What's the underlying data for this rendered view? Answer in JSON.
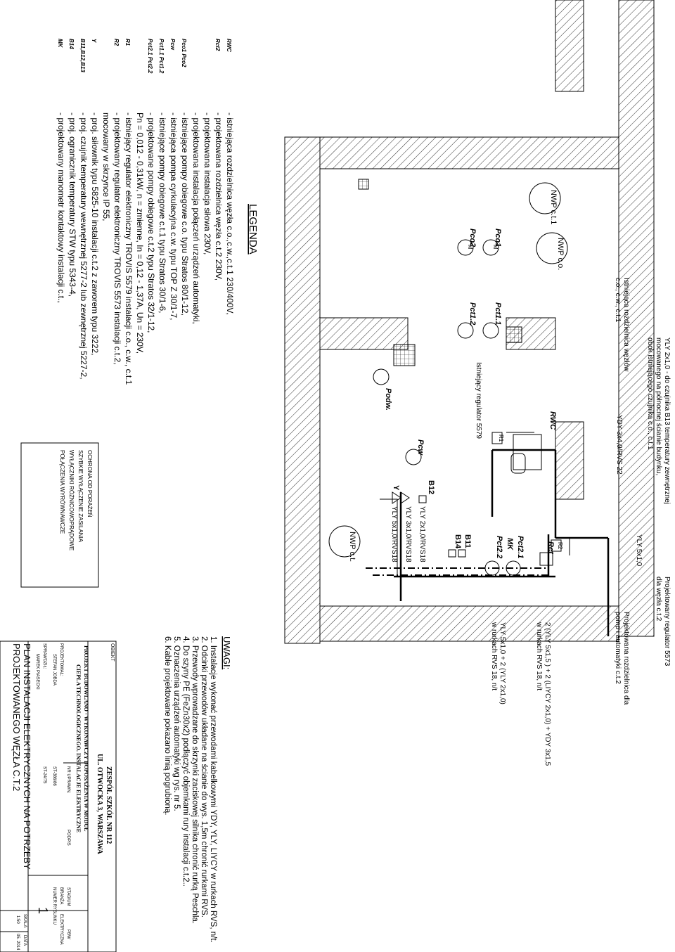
{
  "legend": {
    "title": "LEGENDA",
    "rows": [
      {
        "symbol": "RWC",
        "text": "- istniejąca rozdzielnica węzła c.o.,c.w.,c.t.1  230/400V,"
      },
      {
        "symbol": "Rct2",
        "text": "- projektowana rozdzielnica węzła c.t.2  230V,"
      },
      {
        "symbol": "",
        "text": "- projektowana instalacja siłowa 230V,"
      },
      {
        "symbol": "",
        "text": "- projektowana instalacja połączeń urządzeń automatyki,"
      },
      {
        "symbol": "Pco1  Pco2",
        "text": "- istniejące pompy obiegowe c.o. typu Stratos 80/1-12,"
      },
      {
        "symbol": "Pcw",
        "text": "- istniejąca pompa cyrkulacyjna c.w. typu TOP Z 30/1-7,"
      },
      {
        "symbol": "Pct1.1  Pct1.2",
        "text": "- istniejące pompy obiegowe c.t.1 typu Stratos 30/1-6,"
      },
      {
        "symbol": "Pct2.1  Pct2.2",
        "text": "- projektowane pompy obiegowe c.t.2 typu Stratos 32/1-12,"
      },
      {
        "symbol": "",
        "text": "Pn = 0,012 - 0,31kW, n = zmienne, In = 0,12 - 1,37A, Un = 230V,"
      },
      {
        "symbol": "R1",
        "text": "- istniejący regulator elektroniczny TROVIS 5579 instalacji c.o., c.w., c.t.1"
      },
      {
        "symbol": "R2",
        "text": "- projektowany regulator elektroniczny TROVIS 5573 instalacji c.t.2,"
      },
      {
        "symbol": "",
        "text": "mocowany w skrzynce IP 55,"
      },
      {
        "symbol": "Y",
        "text": "- proj. siłownik typu 5825-10 instalacji c.t.2 z zaworem typu 3222,"
      },
      {
        "symbol": "B11,B12,B13",
        "text": "- proj. czujnik temperatury wewnętrznej 5277-2 lub zewnętrznej 5227-2,"
      },
      {
        "symbol": "B14",
        "text": "- proj. ogranicznik temperatury STW typu 5343-4,"
      },
      {
        "symbol": "MK",
        "text": "- projektowany manometr kontaktowy instalacji c.t.,"
      }
    ]
  },
  "plan": {
    "top_note_1": "YLY 2x1,0 - do czujnika B13 temperatury zewnętrznej",
    "top_note_2": "mocowanego na północnej ścianie budynku,",
    "top_note_3": "obok istniejącego czujnika c.o., c.t.1",
    "reg_note_1": "Projektowany regulator 5573",
    "reg_note_2": "dla węzła c.t.2",
    "rozd_note_1": "Projektowana rozdzielnica dla",
    "rozd_note_2": "pomp i automatyki c.t.2",
    "cable_1": "YLY 5x1,0",
    "cable_2": "YDY 3x4,0/RVS 22",
    "cable_3": "2 (YLY 5x1,5 ) + 2 (LIYCY 2x1,0) + YDY 3x1,5",
    "cable_3b": "w rurkach RVS 18, n/t",
    "cable_4": "YLY 5x1,0 + 2 (YLY 2x1,0)",
    "cable_4b": "w rurkach RVS 18, n/t",
    "cable_5": "YLY 2x1,0/RVS18",
    "cable_6": "YLY 3x1,0/RVS18",
    "cable_7": "YLY 5x1,0/RVS18",
    "exist_rozd_1": "Istniejąca rozdzielnica węzłów",
    "exist_rozd_2": "c.o., c.w., c.t.1",
    "exist_reg": "Istniejący regulator 5579",
    "nwp_ct1": "NWP c.t.1",
    "nwp_co": "NWP c.o.",
    "nwp_ct": "NWP c.t.",
    "pump_m": "M",
    "pump_phase": "1~",
    "lbl_pco1": "Pco1",
    "lbl_pco2": "Pco2",
    "lbl_pct11": "Pct1.1",
    "lbl_pct12": "Pct1.2",
    "lbl_podw": "Podw.",
    "lbl_pcw": "Pcw",
    "lbl_rwc": "RWC",
    "lbl_r1": "R1",
    "lbl_r2": "R2",
    "lbl_rct": "Rct",
    "lbl_y": "Y",
    "lbl_b12": "B12",
    "lbl_pct21": "Pct2.1",
    "lbl_mk": "MK",
    "lbl_pct22": "Pct2.2",
    "lbl_b11": "B11",
    "lbl_b14": "B14",
    "ochrona_1": "OCHRONA OD PORAŻEŃ",
    "ochrona_2": "SZYBKIE WYŁĄCZENIE ZASILANIA",
    "ochrona_3": "WYŁĄCZNIKI RÓŻNICOWOPRĄDOWE",
    "ochrona_4": "POŁĄCZENIA WYRÓWNAWCZE"
  },
  "notes": {
    "title": "UWAGI:",
    "items": [
      "1. Instalacje wykonać przewodami kabelkowymi YDY, YLY, LIYCY w rurkach RVS, n/t.",
      "2. Odcinki przewodów układane na ścianie do wys. 1,5m chronić rurkami RVS.",
      "3. Przewody wprowadzane do skrzynki zaciskowej silnika chronić rurką Peschla.",
      "4. Do szyny PE (FeZn30x2) podłączyć objemkami rury instalacji c.t.2..",
      "5. Oznaczenia urządzeń automatyki wg rys. nr 5.",
      "6. Kable projektowane pokazano linią pogrubioną."
    ]
  },
  "title_block": {
    "obiekt_label": "OBIEKT",
    "obiekt_1": "ZESPÓŁ SZKÓŁ NR 112",
    "obiekt_2": "UL. OTWOCKA 3, WARSZAWA",
    "project_1": "PROJEKT BUDOWLANO - WYKONAWCZY DOPOSAŻENIA W MODUŁ",
    "project_2": "CIEPŁA TECHNOLOGICZNEGO.  INSTALACJE ELEKTRYCZNE",
    "col_nr": "NR UPRAWN.",
    "col_podpis": "PODPIS",
    "col_stadium": "STADIUM",
    "stadium_val": "PBW",
    "projektowal_label": "PROJEKTOWAŁ:",
    "projektowal_name": "STEFAN JOBDA",
    "projektowal_nr": "ST-386/86",
    "branza_label": "BRANŻA",
    "branza_val": "ELEKTRYCZNA",
    "sprawdzil_label": "SPRAWDZIŁ:",
    "sprawdzil_name": "MAREK PIASECKI",
    "sprawdzil_nr": "ST-24/75",
    "numer_label": "NUMER RYSUNKU",
    "numer_val": "1",
    "plan_title_1": "PLAN INSTALACJI ELEKTRYCZNYCH NA POTRZEBY",
    "plan_title_2": "PROJEKTOWANEGO WĘZŁA C.T.2",
    "skala_label": "SKALA",
    "skala_val": "1:50",
    "data_label": "DATA",
    "data_val": "05. 2014"
  }
}
